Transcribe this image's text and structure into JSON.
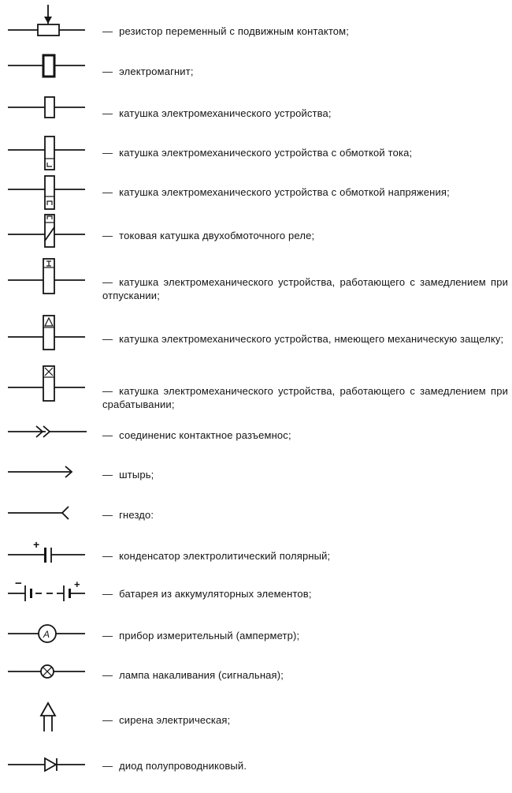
{
  "dash": "—",
  "items": [
    {
      "id": "variable-resistor",
      "text": "резистор переменный с подвижным контактом;"
    },
    {
      "id": "electromagnet",
      "text": "электромагнит;"
    },
    {
      "id": "coil",
      "text": "катушка электромеханического устройства;"
    },
    {
      "id": "coil-current",
      "text": "катушка электромеханического устройства с обмоткой тока;"
    },
    {
      "id": "coil-voltage",
      "text": "катушка электромеханического устройства с обмоткой напряжения;"
    },
    {
      "id": "relay-current-coil",
      "text": "токовая катушка двухобмоточного реле;"
    },
    {
      "id": "coil-slow-release",
      "text": "катушка электромеханического устройства, работающего с замедлением при отпускании;"
    },
    {
      "id": "coil-mechanical-latch",
      "text": "катушка электромеханического устройства, нмеющего механическую защелку;"
    },
    {
      "id": "coil-slow-operate",
      "text": "катушка электромеханического устройства, работающего с замедлением при срабатывании;"
    },
    {
      "id": "plug-socket-connection",
      "text": "соединенис контактное разъемнос;"
    },
    {
      "id": "pin",
      "text": "штырь;"
    },
    {
      "id": "socket",
      "text": "гнездо:"
    },
    {
      "id": "electrolytic-capacitor",
      "text": "конденсатор электролитический полярный;"
    },
    {
      "id": "battery",
      "text": "батарея из аккумуляторных элементов;"
    },
    {
      "id": "ammeter",
      "text": "прибор измерительный (амперметр);"
    },
    {
      "id": "signal-lamp",
      "text": "лампа накаливания (сигнальная);"
    },
    {
      "id": "siren",
      "text": "сирена электрическая;"
    },
    {
      "id": "diode",
      "text": "диод полупроводниковый."
    }
  ],
  "symbol_labels": {
    "plus": "+",
    "minus": "−",
    "ammeter_letter": "A"
  }
}
